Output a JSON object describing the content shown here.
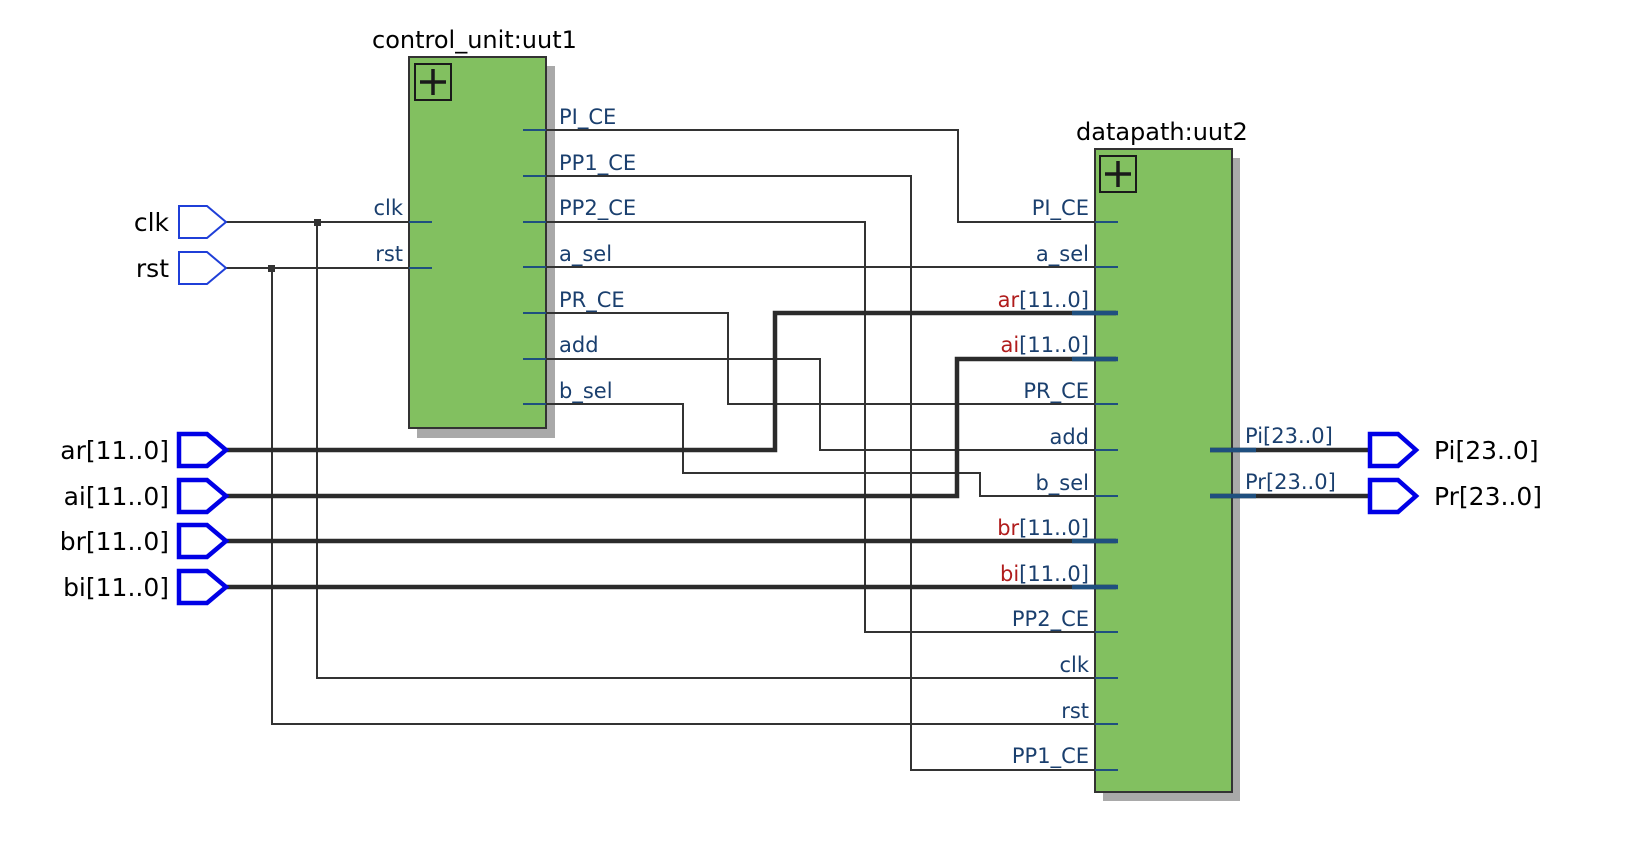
{
  "blocks": {
    "control_unit": {
      "title": "control_unit:uut1",
      "left_ports": [
        "clk",
        "rst"
      ],
      "right_ports": [
        "PI_CE",
        "PP1_CE",
        "PP2_CE",
        "a_sel",
        "PR_CE",
        "add",
        "b_sel"
      ]
    },
    "datapath": {
      "title": "datapath:uut2",
      "left_ports": [
        {
          "label": "PI_CE"
        },
        {
          "label": "a_sel"
        },
        {
          "prefix": "ar",
          "suffix": "[11..0]"
        },
        {
          "prefix": "ai",
          "suffix": "[11..0]"
        },
        {
          "label": "PR_CE"
        },
        {
          "label": "add"
        },
        {
          "label": "b_sel"
        },
        {
          "prefix": "br",
          "suffix": "[11..0]"
        },
        {
          "prefix": "bi",
          "suffix": "[11..0]"
        },
        {
          "label": "PP2_CE"
        },
        {
          "label": "clk"
        },
        {
          "label": "rst"
        },
        {
          "label": "PP1_CE"
        }
      ],
      "right_ports": [
        {
          "prefix": "Pi",
          "suffix": "[23..0]"
        },
        {
          "prefix": "Pr",
          "suffix": "[23..0]"
        }
      ]
    }
  },
  "inputs": {
    "clk": "clk",
    "rst": "rst",
    "ar": "ar[11..0]",
    "ai": "ai[11..0]",
    "br": "br[11..0]",
    "bi": "bi[11..0]"
  },
  "outputs": {
    "Pi": "Pi[23..0]",
    "Pr": "Pr[23..0]"
  },
  "colors": {
    "block_fill": "#82c060",
    "port_label": "#1a3f6e",
    "bus_prefix": "#b01c1c",
    "pin_outline": "#0000e6",
    "wire": "#333333"
  }
}
